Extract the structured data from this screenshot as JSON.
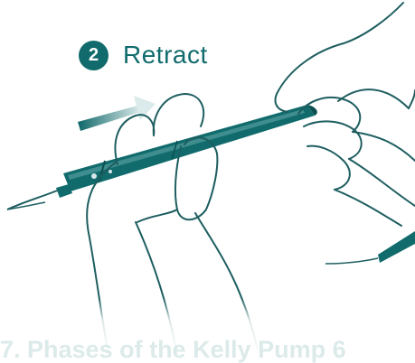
{
  "step": {
    "number": "2",
    "label": "Retract"
  },
  "caption": {
    "text": "7. Phases of the Kelly Pump  6"
  },
  "colors": {
    "accent": "#116b6c",
    "accent_dark": "#0b4f50",
    "arrow_light": "#d8e9e9",
    "line": "#1e5e60",
    "caption": "#9cc4c5"
  },
  "icons": {
    "direction_arrow": "arrow-right-icon"
  }
}
